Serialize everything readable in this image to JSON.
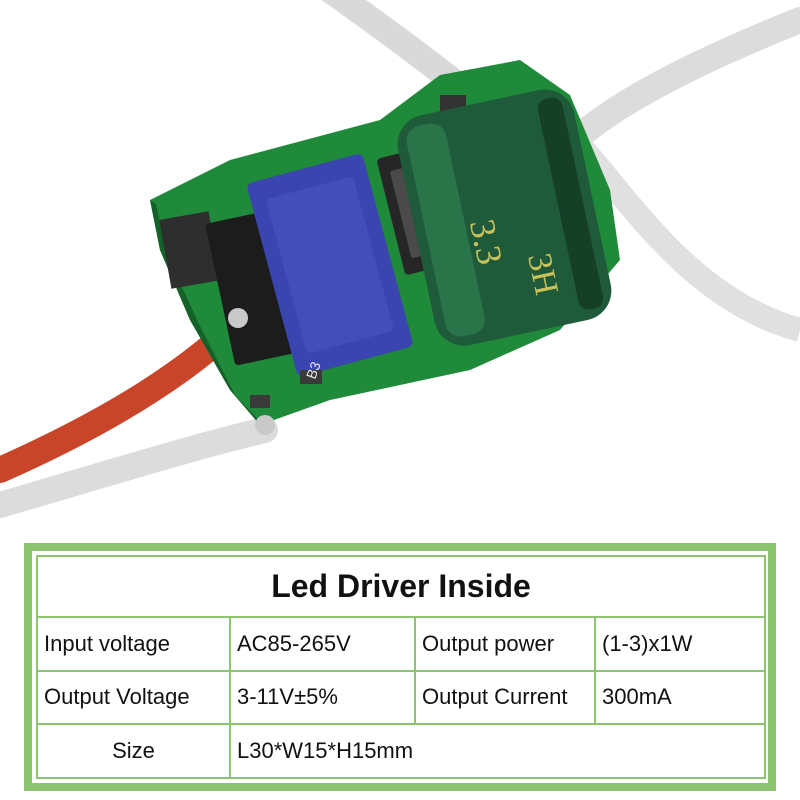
{
  "photo": {
    "subject": "led-driver-circuit-board",
    "board_labels": [
      "B3",
      "3.3"
    ],
    "colors": {
      "pcb": "#1f8a3a",
      "transformer": "#3a45b0",
      "capacitor": "#1f5a3a",
      "red_wire": "#c8452a",
      "white_wire": "#e2e2e2"
    }
  },
  "spec": {
    "title": "Led Driver Inside",
    "border_color": "#8cc470",
    "rows": [
      {
        "label1": "Input voltage",
        "value1": "AC85-265V",
        "label2": "Output power",
        "value2": "(1-3)x1W"
      },
      {
        "label1": "Output Voltage",
        "value1": "3-11V±5%",
        "label2": "Output Current",
        "value2": "300mA"
      }
    ],
    "size_label": "Size",
    "size_value": "L30*W15*H15mm"
  }
}
